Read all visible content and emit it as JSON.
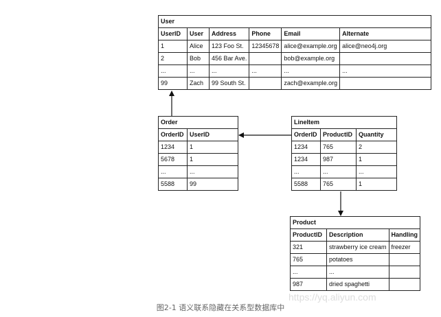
{
  "user": {
    "title": "User",
    "columns": [
      "UserID",
      "User",
      "Address",
      "Phone",
      "Email",
      "Alternate"
    ],
    "rows": [
      [
        "1",
        "Alice",
        "123 Foo St.",
        "12345678",
        "alice@example.org",
        "alice@neo4j.org"
      ],
      [
        "2",
        "Bob",
        "456 Bar Ave.",
        "",
        "bob@example.org",
        ""
      ],
      [
        "...",
        "...",
        "...",
        "...",
        "...",
        "..."
      ],
      [
        "99",
        "Zach",
        "99 South St.",
        "",
        "zach@example.org",
        ""
      ]
    ]
  },
  "order": {
    "title": "Order",
    "columns": [
      "OrderID",
      "UserID"
    ],
    "rows": [
      [
        "1234",
        "1"
      ],
      [
        "5678",
        "1"
      ],
      [
        "...",
        "..."
      ],
      [
        "5588",
        "99"
      ]
    ]
  },
  "lineitem": {
    "title": "LineItem",
    "columns": [
      "OrderID",
      "ProductID",
      "Quantity"
    ],
    "rows": [
      [
        "1234",
        "765",
        "2"
      ],
      [
        "1234",
        "987",
        "1"
      ],
      [
        "...",
        "...",
        "..."
      ],
      [
        "5588",
        "765",
        "1"
      ]
    ]
  },
  "product": {
    "title": "Product",
    "columns": [
      "ProductID",
      "Description",
      "Handling"
    ],
    "rows": [
      [
        "321",
        "strawberry ice cream",
        "freezer"
      ],
      [
        "765",
        "potatoes",
        ""
      ],
      [
        "...",
        "...",
        ""
      ],
      [
        "987",
        "dried spaghetti",
        ""
      ]
    ]
  },
  "caption": "图2-1 语义联系隐藏在关系型数据库中",
  "watermark": "https://yq.aliyun.com"
}
